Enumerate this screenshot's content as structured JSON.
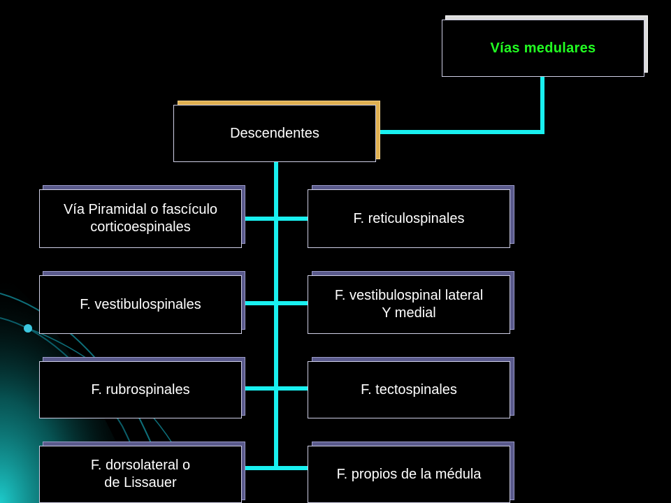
{
  "diagram": {
    "root": {
      "label": "Vías medulares"
    },
    "branch": {
      "label": "Descendentes"
    },
    "left": [
      {
        "label": "Vía Piramidal o fascículo\ncorticoespinales"
      },
      {
        "label": "F. vestibulospinales"
      },
      {
        "label": "F. rubrospinales"
      },
      {
        "label": "F. dorsolateral o\n de Lissauer"
      }
    ],
    "right": [
      {
        "label": "F. reticulospinales"
      },
      {
        "label": "F. vestibulospinal lateral\nY medial"
      },
      {
        "label": "F.  tectospinales"
      },
      {
        "label": "F.  propios de la médula"
      }
    ]
  },
  "colors": {
    "background": "#000000",
    "connector": "#19f0f0",
    "root_text": "#22ff22",
    "box_text": "#ffffff",
    "box_shadow": "#5a5a8c",
    "branch_shadow": "#e0b050"
  }
}
